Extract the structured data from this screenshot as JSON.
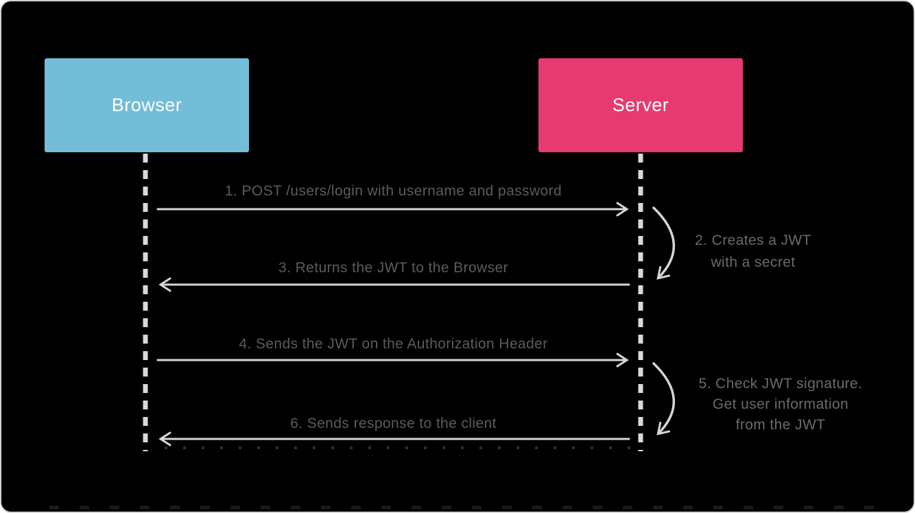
{
  "diagram": {
    "type": "sequence",
    "actors": [
      {
        "name": "Browser",
        "color": "#73bdd8"
      },
      {
        "name": "Server",
        "color": "#e73a70"
      }
    ],
    "messages": [
      {
        "step": 1,
        "label": "1. POST /users/login with username and password",
        "from": "Browser",
        "to": "Server",
        "direction": "right"
      },
      {
        "step": 3,
        "label": "3. Returns the JWT to the Browser",
        "from": "Server",
        "to": "Browser",
        "direction": "left"
      },
      {
        "step": 4,
        "label": "4. Sends the JWT on the Authorization Header",
        "from": "Browser",
        "to": "Server",
        "direction": "right"
      },
      {
        "step": 6,
        "label": "6. Sends response to the client",
        "from": "Server",
        "to": "Browser",
        "direction": "left"
      }
    ],
    "notes": [
      {
        "actor": "Server",
        "step": 2,
        "lines": [
          "2. Creates a JWT",
          "with a secret"
        ]
      },
      {
        "actor": "Server",
        "step": 5,
        "lines": [
          "5. Check JWT signature.",
          "Get user information",
          "from the JWT"
        ]
      }
    ],
    "colors": {
      "background": "#000000",
      "frame_border": "#d2d2d2",
      "browser_box": "#73bdd8",
      "server_box": "#e73a70",
      "actor_text": "#ffffff",
      "arrow_line": "#d6d6d6",
      "lifeline": "#d9d9d9",
      "message_text": "#595c5f",
      "note_text": "#686b6e"
    }
  }
}
